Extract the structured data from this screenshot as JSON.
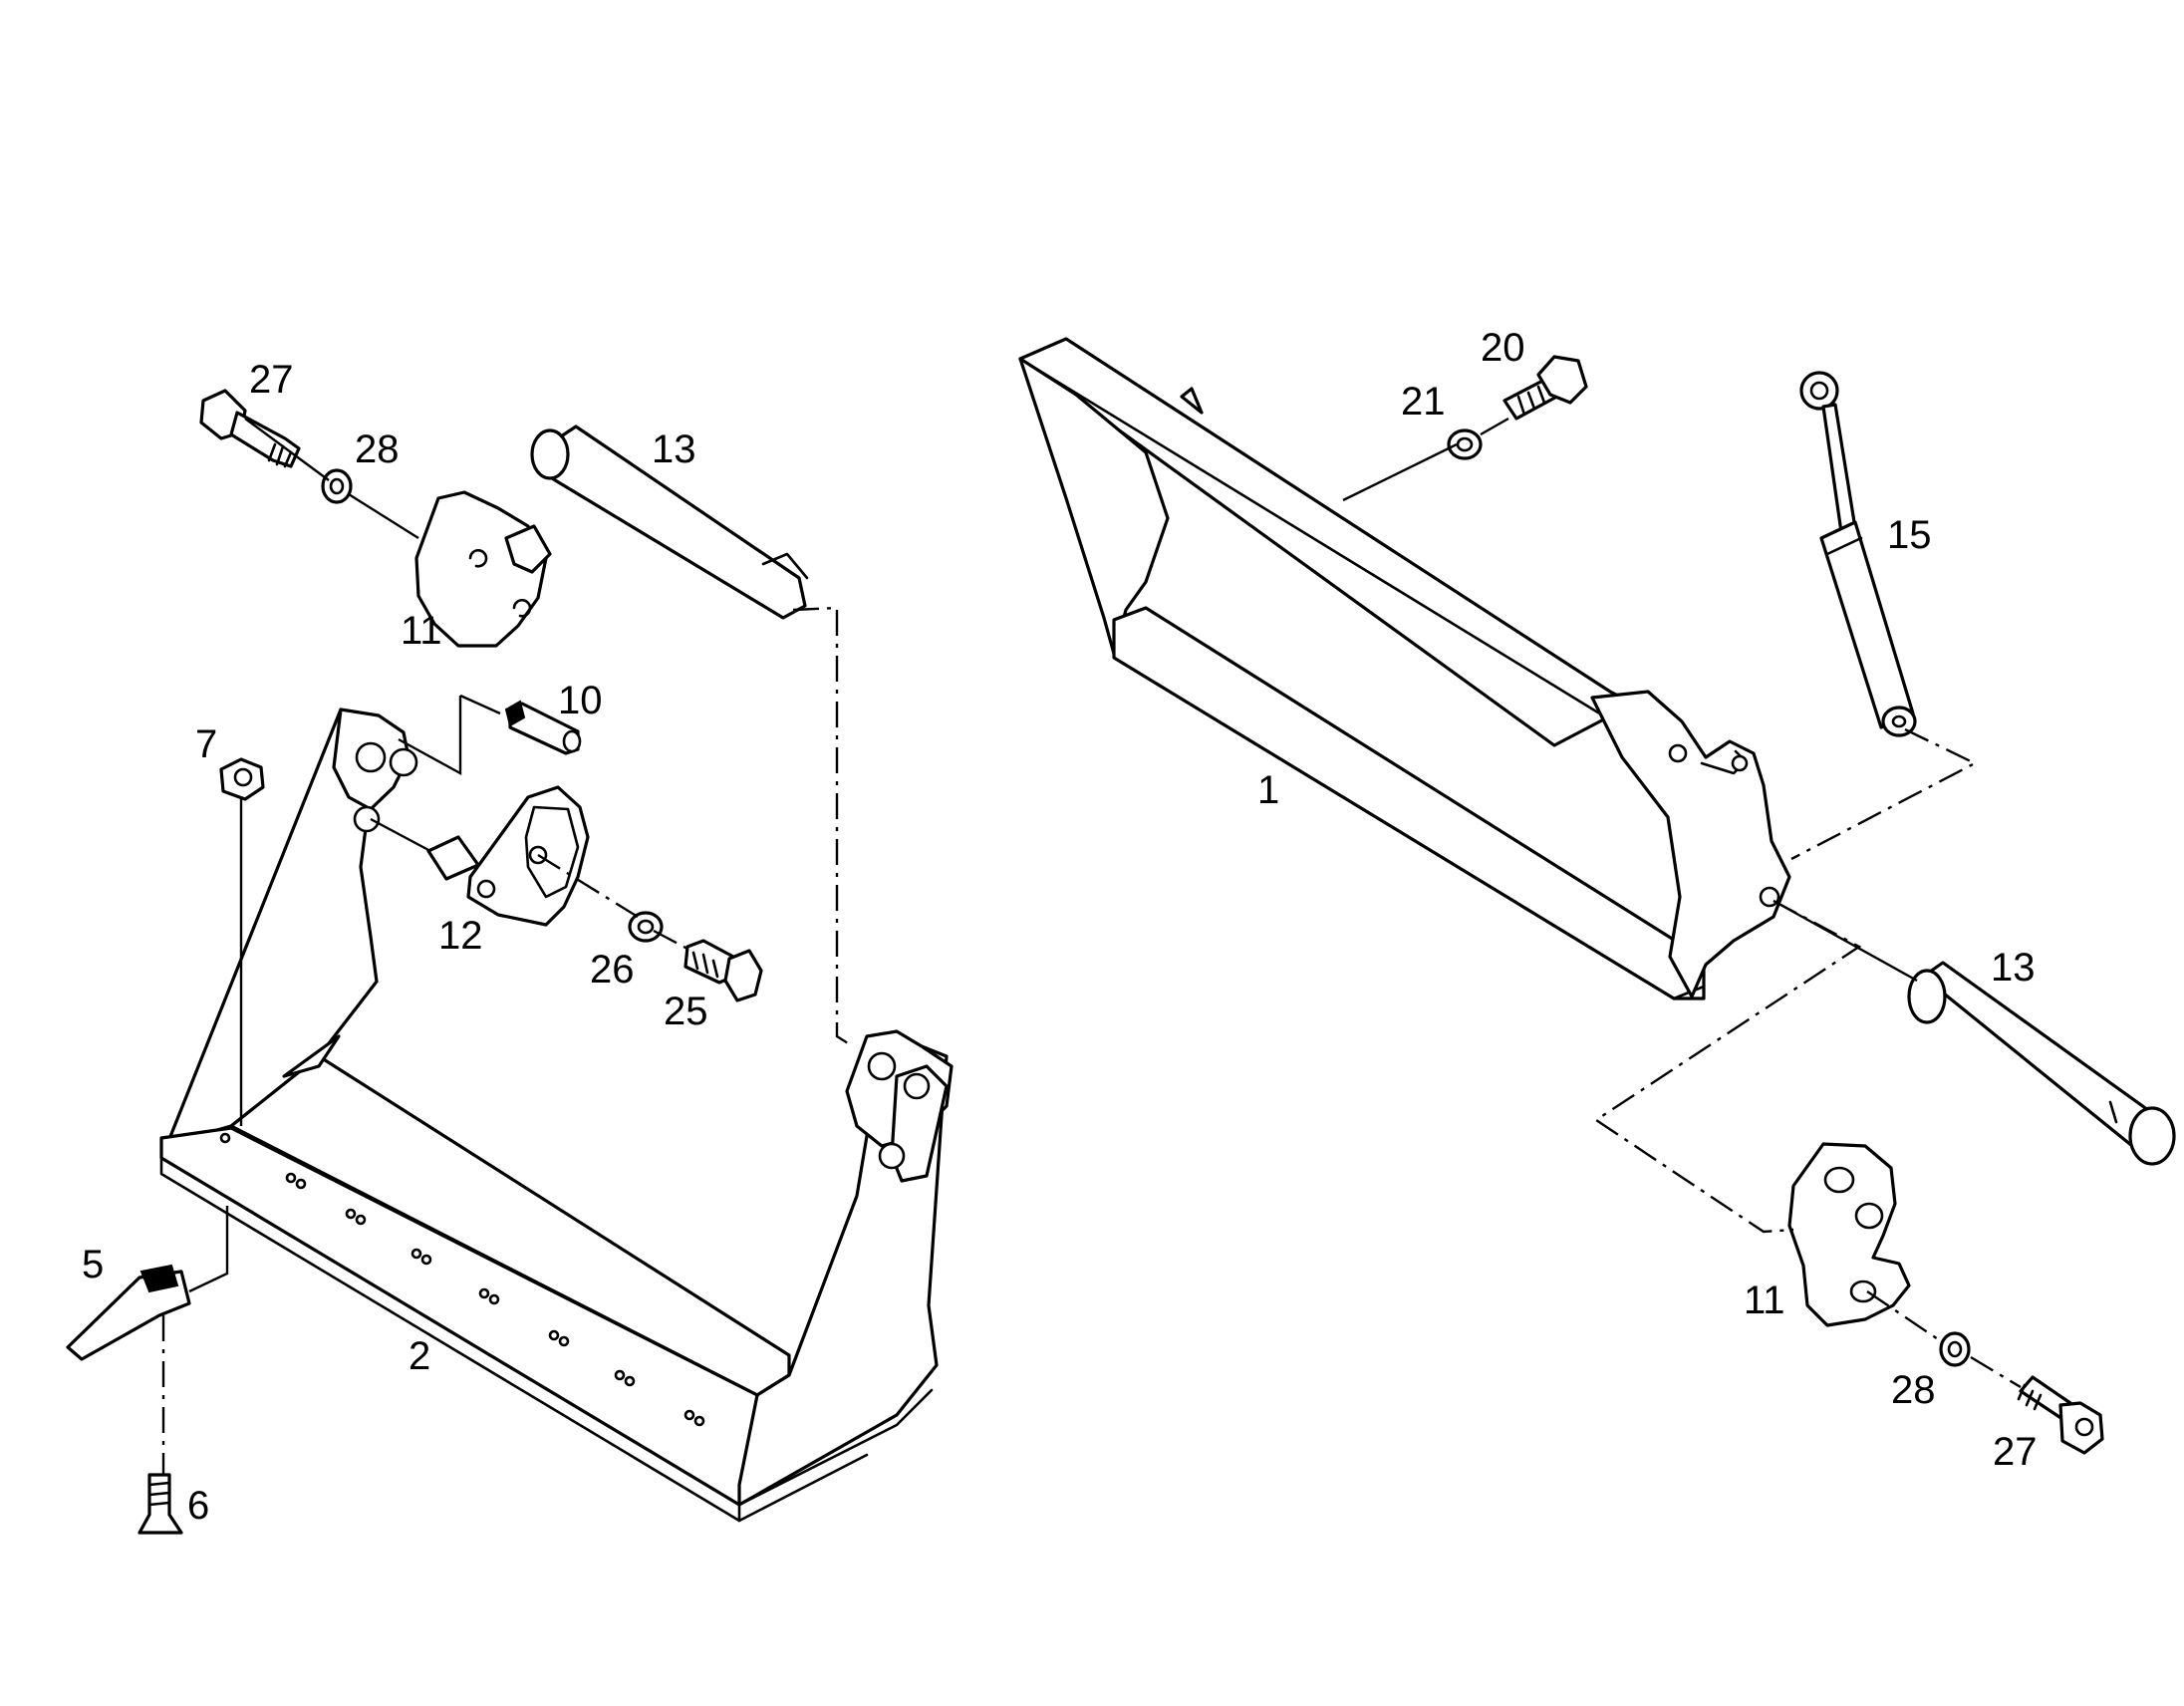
{
  "callouts": {
    "c27a": "27",
    "c28a": "28",
    "c13a": "13",
    "c11a": "11",
    "c10": "10",
    "c7": "7",
    "c12": "12",
    "c26": "26",
    "c25": "25",
    "c5": "5",
    "c2": "2",
    "c6": "6",
    "c20": "20",
    "c21": "21",
    "c15": "15",
    "c1": "1",
    "c13b": "13",
    "c11b": "11",
    "c28b": "28",
    "c27b": "27"
  }
}
